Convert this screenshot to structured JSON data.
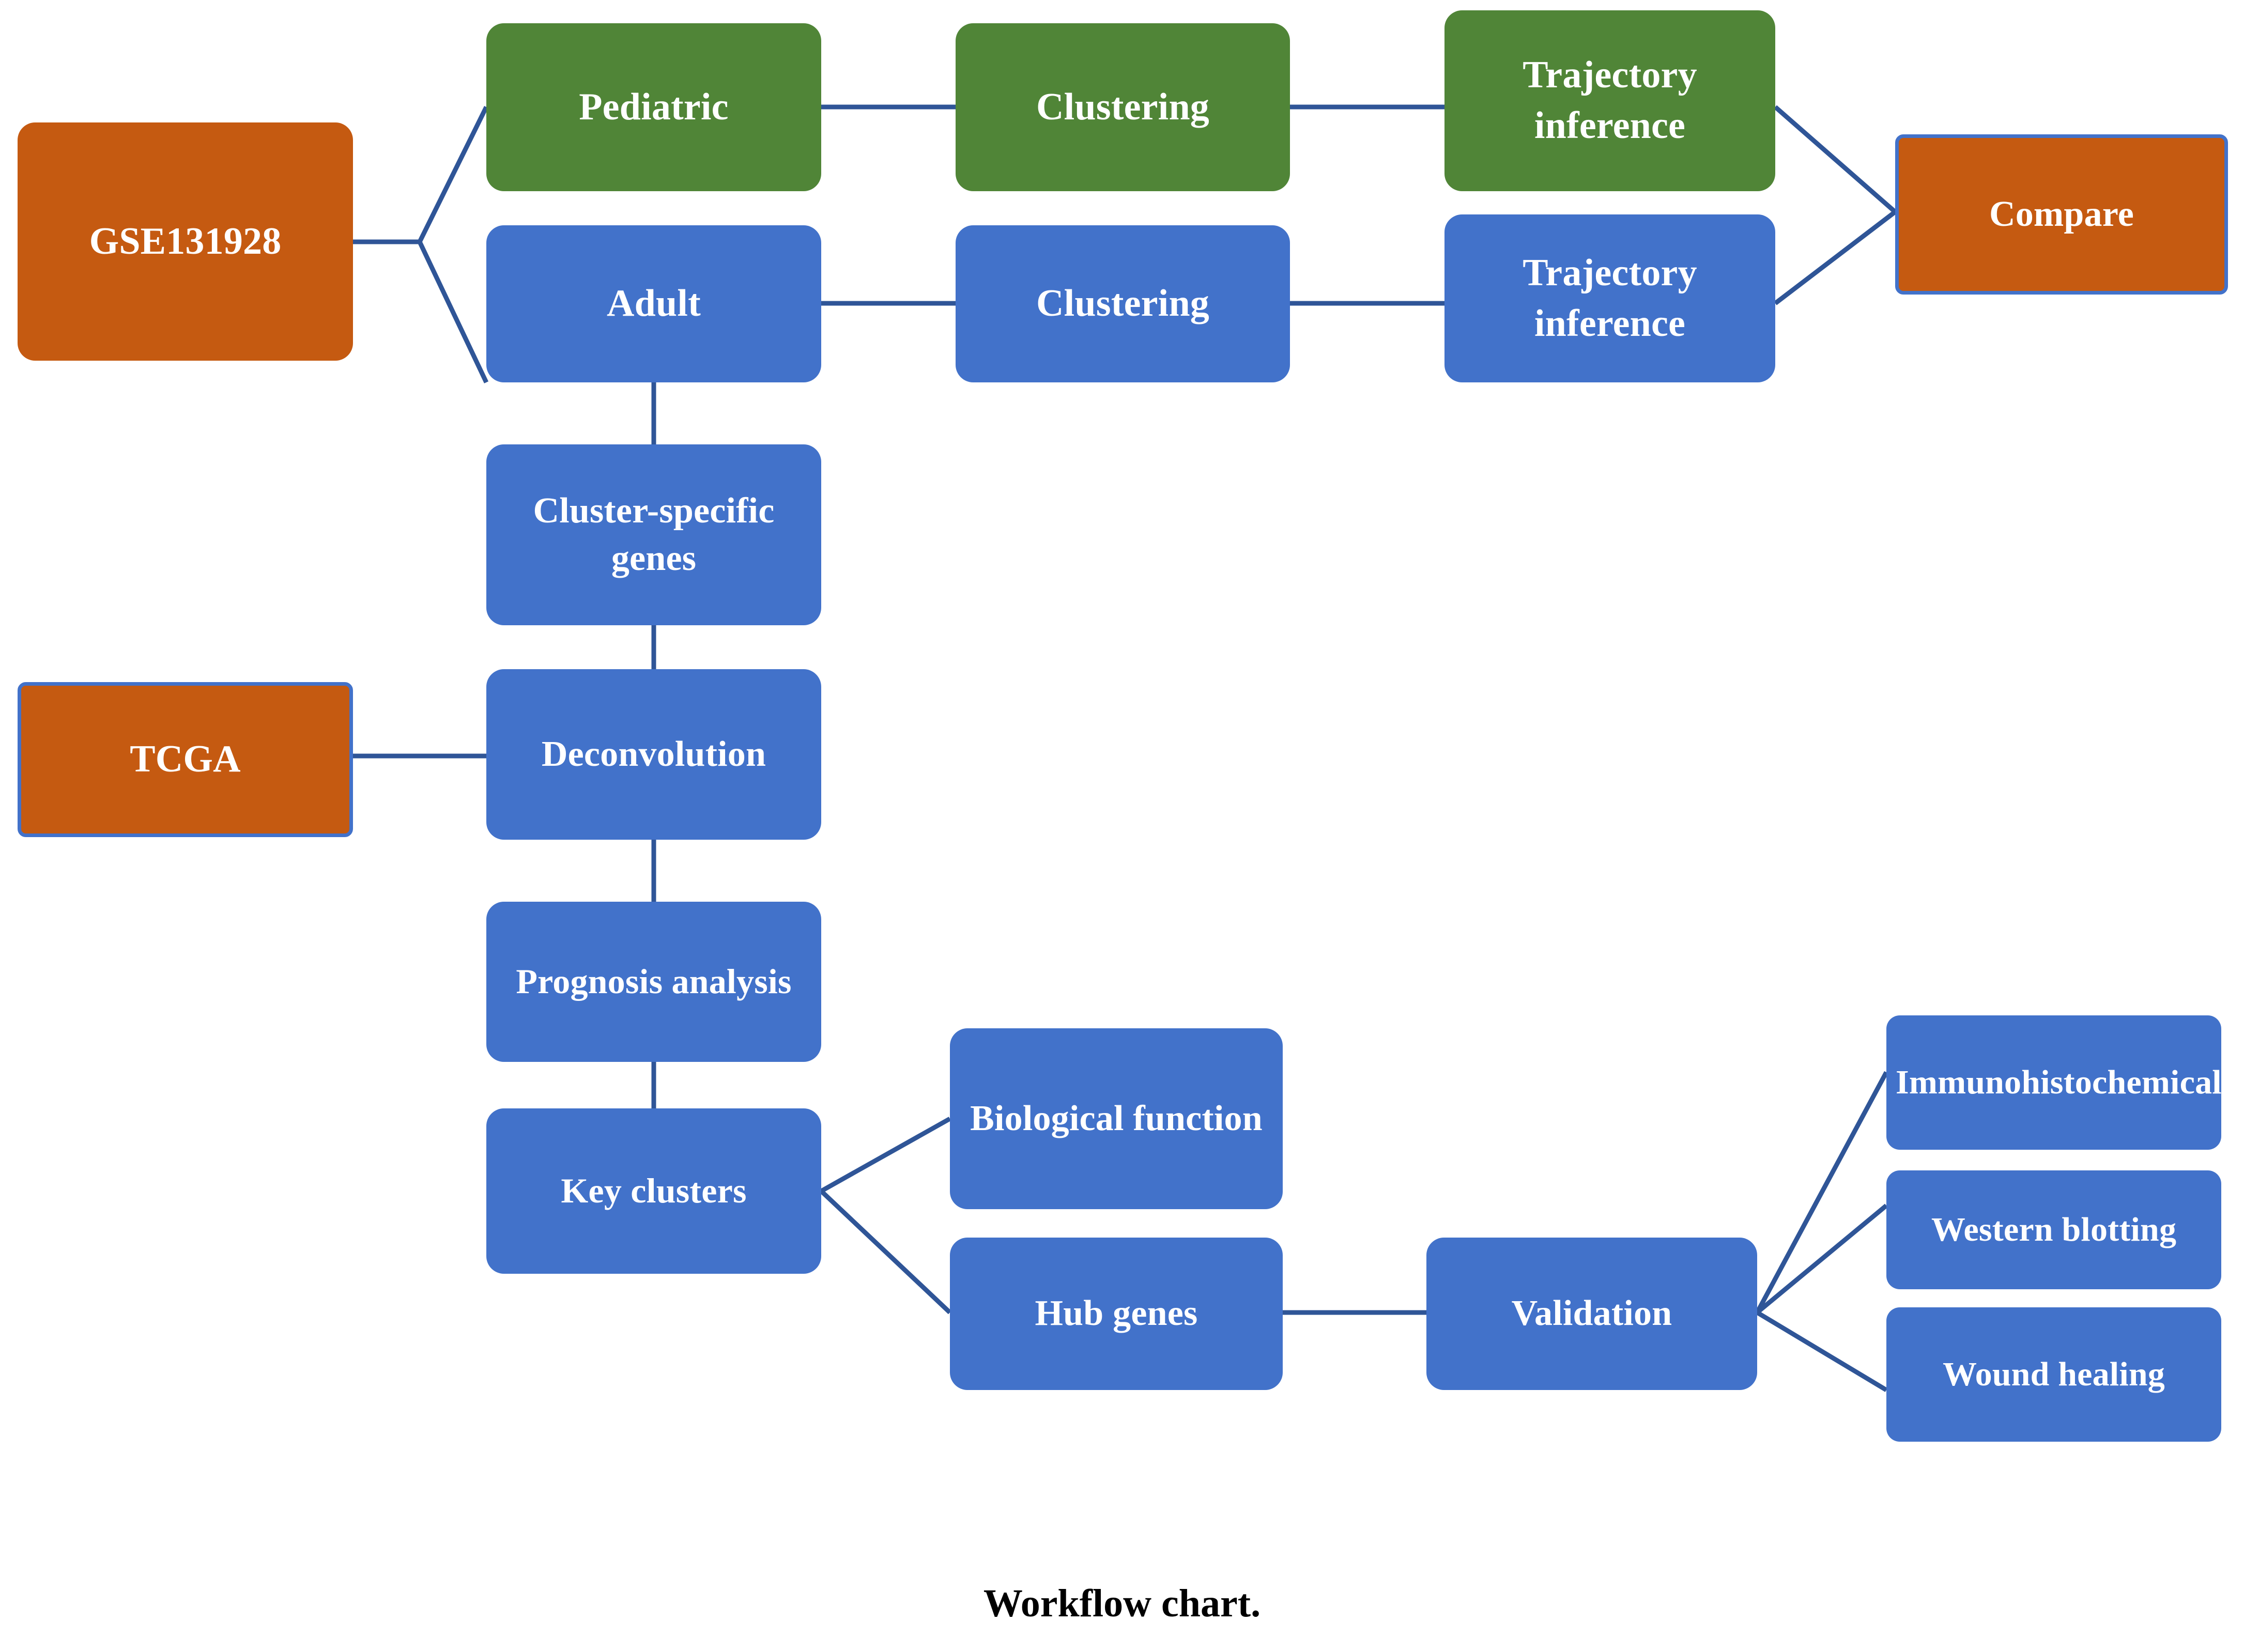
{
  "figure": {
    "caption": "Workflow chart.",
    "background_color": "#FFFFFF",
    "connector_color": "#2F5597",
    "palette": {
      "blue": "#4272CA",
      "green": "#508537",
      "orange": "#C55A11",
      "text": "#FFFFFF",
      "caption_text": "#000000"
    }
  },
  "chart_data": {
    "type": "diagram",
    "title": "Workflow chart.",
    "diagram_kind": "flowchart",
    "nodes": [
      {
        "id": "gse131928",
        "label": "GSE131928",
        "color": "orange",
        "shape": "rounded-rect"
      },
      {
        "id": "pediatric",
        "label": "Pediatric",
        "color": "green",
        "shape": "rounded-rect"
      },
      {
        "id": "adult",
        "label": "Adult",
        "color": "blue",
        "shape": "rounded-rect"
      },
      {
        "id": "clustering-ped",
        "label": "Clustering",
        "color": "green",
        "shape": "rounded-rect"
      },
      {
        "id": "clustering-adult",
        "label": "Clustering",
        "color": "blue",
        "shape": "rounded-rect"
      },
      {
        "id": "trajectory-ped",
        "label": "Trajectory inference",
        "color": "green",
        "shape": "rounded-rect"
      },
      {
        "id": "trajectory-adult",
        "label": "Trajectory inference",
        "color": "blue",
        "shape": "rounded-rect"
      },
      {
        "id": "compare",
        "label": "Compare",
        "color": "orange",
        "shape": "rect-blue-border"
      },
      {
        "id": "cluster-specific",
        "label": "Cluster-specific genes",
        "color": "blue",
        "shape": "rounded-rect"
      },
      {
        "id": "tcga",
        "label": "TCGA",
        "color": "orange",
        "shape": "rect-blue-border"
      },
      {
        "id": "deconvolution",
        "label": "Deconvolution",
        "color": "blue",
        "shape": "rounded-rect"
      },
      {
        "id": "prognosis",
        "label": "Prognosis analysis",
        "color": "blue",
        "shape": "rounded-rect"
      },
      {
        "id": "key-clusters",
        "label": "Key clusters",
        "color": "blue",
        "shape": "rounded-rect"
      },
      {
        "id": "biological-function",
        "label": "Biological function",
        "color": "blue",
        "shape": "rounded-rect"
      },
      {
        "id": "hub-genes",
        "label": "Hub genes",
        "color": "blue",
        "shape": "rounded-rect"
      },
      {
        "id": "validation",
        "label": "Validation",
        "color": "blue",
        "shape": "rounded-rect"
      },
      {
        "id": "ihc",
        "label": "Immunohistochemical",
        "color": "blue",
        "shape": "rounded-rect"
      },
      {
        "id": "western-blot",
        "label": "Western blotting",
        "color": "blue",
        "shape": "rounded-rect"
      },
      {
        "id": "wound-healing",
        "label": "Wound healing",
        "color": "blue",
        "shape": "rounded-rect"
      }
    ],
    "edges": [
      {
        "from": "gse131928",
        "to": "pediatric"
      },
      {
        "from": "gse131928",
        "to": "adult"
      },
      {
        "from": "pediatric",
        "to": "clustering-ped"
      },
      {
        "from": "clustering-ped",
        "to": "trajectory-ped"
      },
      {
        "from": "trajectory-ped",
        "to": "compare"
      },
      {
        "from": "adult",
        "to": "clustering-adult"
      },
      {
        "from": "clustering-adult",
        "to": "trajectory-adult"
      },
      {
        "from": "trajectory-adult",
        "to": "compare"
      },
      {
        "from": "adult",
        "to": "cluster-specific"
      },
      {
        "from": "cluster-specific",
        "to": "deconvolution"
      },
      {
        "from": "tcga",
        "to": "deconvolution"
      },
      {
        "from": "deconvolution",
        "to": "prognosis"
      },
      {
        "from": "prognosis",
        "to": "key-clusters"
      },
      {
        "from": "key-clusters",
        "to": "biological-function"
      },
      {
        "from": "key-clusters",
        "to": "hub-genes"
      },
      {
        "from": "hub-genes",
        "to": "validation"
      },
      {
        "from": "validation",
        "to": "ihc"
      },
      {
        "from": "validation",
        "to": "western-blot"
      },
      {
        "from": "validation",
        "to": "wound-healing"
      }
    ]
  },
  "nodes": {
    "gse131928": {
      "label": "GSE131928"
    },
    "pediatric": {
      "label": "Pediatric"
    },
    "adult": {
      "label": "Adult"
    },
    "clustering_pediatric": {
      "label": "Clustering"
    },
    "clustering_adult": {
      "label": "Clustering"
    },
    "trajectory_pediatric": {
      "label": "Trajectory inference"
    },
    "trajectory_adult": {
      "label": "Trajectory inference"
    },
    "compare": {
      "label": "Compare"
    },
    "cluster_specific": {
      "label": "Cluster-specific genes"
    },
    "tcga": {
      "label": "TCGA"
    },
    "deconvolution": {
      "label": "Deconvolution"
    },
    "prognosis": {
      "label": "Prognosis analysis"
    },
    "key_clusters": {
      "label": "Key clusters"
    },
    "biological_function": {
      "label": "Biological function"
    },
    "hub_genes": {
      "label": "Hub genes"
    },
    "validation": {
      "label": "Validation"
    },
    "ihc": {
      "label": "Immunohistochemical"
    },
    "western_blot": {
      "label": "Western blotting"
    },
    "wound_healing": {
      "label": "Wound healing"
    }
  },
  "caption": {
    "text": "Workflow chart."
  }
}
